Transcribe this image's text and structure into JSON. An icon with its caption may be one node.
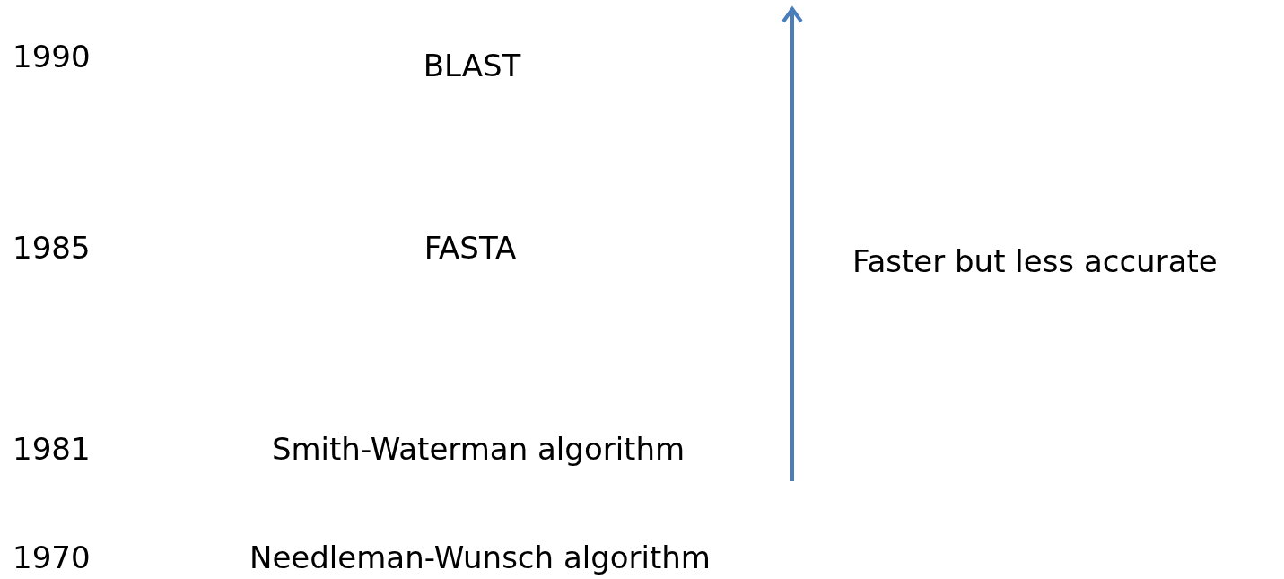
{
  "diagram": {
    "labels": [
      "1990",
      "BLAST",
      "1985",
      "FASTA",
      "Faster but less accurate",
      "1981",
      "Smith-Waterman algorithm",
      "1970",
      "Needleman-Wunsch algorithm"
    ]
  }
}
